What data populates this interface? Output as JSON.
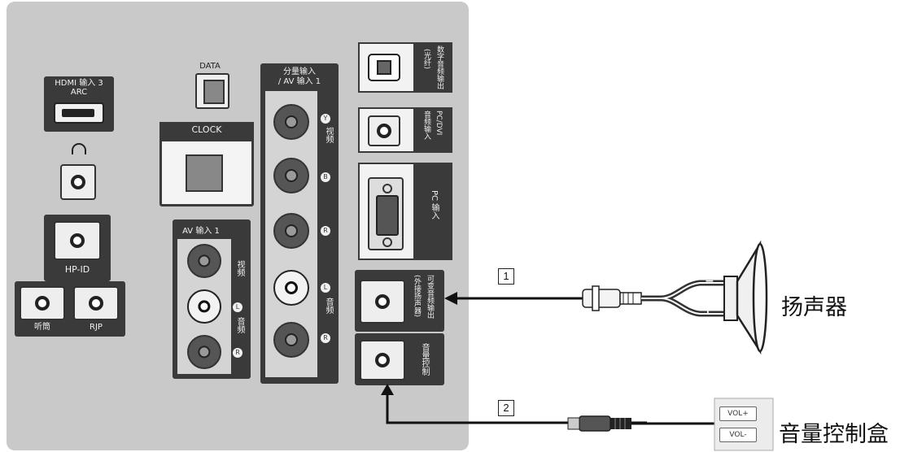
{
  "panel": {
    "hdmi_label": "HDMI 输入 3",
    "hdmi_sub": "ARC",
    "hp_id_label": "HP-ID",
    "clock_label": "CLOCK",
    "data_label": "DATA",
    "av_in_label": "AV 输入 1",
    "av_video_label": "视频",
    "av_audio_label": "音频",
    "component_label": "分量输入",
    "component_sub": "/ AV 输入 1",
    "component_y_label": "视频",
    "component_audio_label": "音频",
    "optical_label": "数字音频输出",
    "optical_sub": "(光纤)",
    "pc_dvi_label": "PC/DVI",
    "pc_dvi_sub": "音频输入",
    "pc_in_label": "PC 输入",
    "speaker_out_label": "可变音频输出",
    "speaker_out_sub": "(外接扬声器)",
    "vol_ctrl_label": "音量控制",
    "mini_left_label": "听筒",
    "mini_right_label": "RJP"
  },
  "callouts": {
    "step1": "1",
    "step2": "2",
    "speaker": "扬声器",
    "volume_box": "音量控制盒",
    "vol_up": "VOL+",
    "vol_down": "VOL-",
    "minus": "−",
    "plus": "+"
  },
  "colors": {
    "panel": "#c9c9c9",
    "dark": "#3a3a3a",
    "line": "#111111"
  }
}
